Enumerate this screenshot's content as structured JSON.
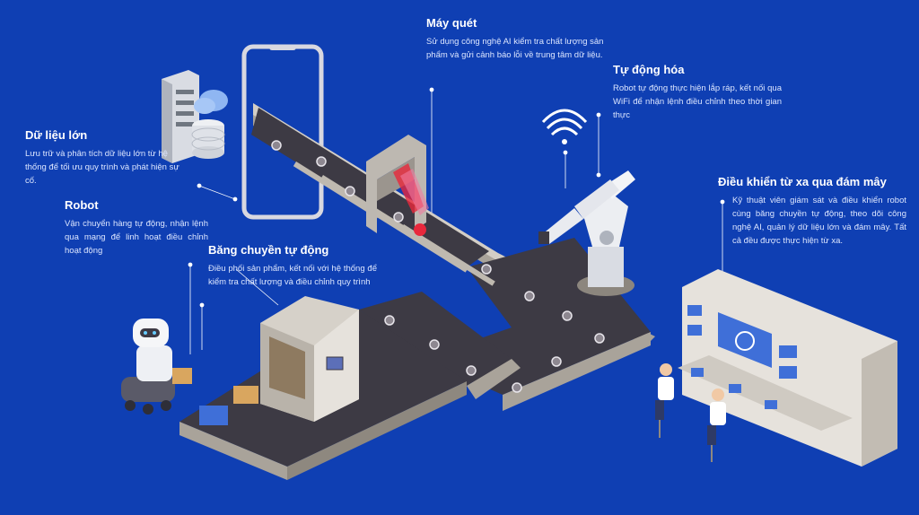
{
  "labels": {
    "scanner": {
      "title": "Máy quét",
      "text": "Sử dụng công nghệ AI kiểm tra chất lượng sản phẩm và gửi cảnh báo lỗi về trung tâm dữ liệu."
    },
    "automation": {
      "title": "Tự động hóa",
      "text": "Robot tự động thực hiện lắp ráp, kết nối qua WiFi để nhận lệnh điều chỉnh theo thời gian thực"
    },
    "bigdata": {
      "title": "Dữ liệu lớn",
      "text": "Lưu trữ và phân tích dữ liệu lớn từ hệ thống để tối ưu quy trình và phát hiện sự cố."
    },
    "robot": {
      "title": "Robot",
      "text": "Vận chuyển hàng tự động, nhận lệnh qua mạng để linh hoạt điều chỉnh hoạt động"
    },
    "conveyor": {
      "title": "Băng chuyền tự động",
      "text": "Điều phối sản phẩm, kết nối với hệ thống để kiểm tra chất lượng và điều chỉnh quy trình"
    },
    "cloud": {
      "title": "Điều khiển từ xa qua đám mây",
      "text": "Kỹ thuật viên giám sát và điều khiển robot cùng băng chuyền tự động, theo dõi công nghệ AI, quản lý dữ liệu lớn và đám mây. Tất cả đều được thực hiện từ xa."
    }
  },
  "colors": {
    "background": "#0f3fb3",
    "belt": "#3d3a44",
    "frame": "#c9c4bc",
    "accent_red": "#e8283c"
  }
}
